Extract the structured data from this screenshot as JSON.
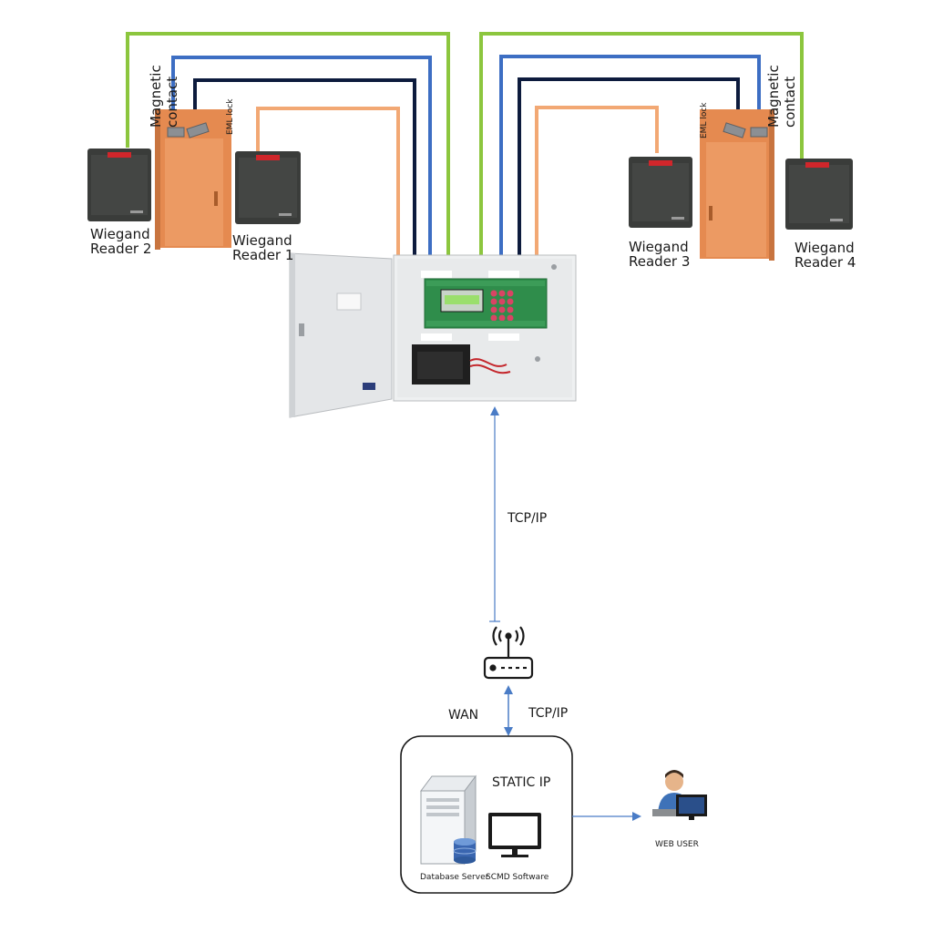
{
  "readers": {
    "r1": "Wiegand\nReader 1",
    "r2": "Wiegand\nReader 2",
    "r3": "Wiegand\nReader 3",
    "r4": "Wiegand\nReader 4"
  },
  "door_left": {
    "magnetic": "Magnetic\ncontact",
    "eml": "EML lock"
  },
  "door_right": {
    "magnetic": "Magnetic\ncontact",
    "eml": "EML lock"
  },
  "network": {
    "tcp_upper": "TCP/IP",
    "tcp_lower": "TCP/IP",
    "wan": "WAN",
    "static_ip": "STATIC IP",
    "db_server": "Database Server",
    "scmd": "SCMD Software",
    "web_user": "WEB USER"
  },
  "colors": {
    "green": "#8cc63e",
    "blue": "#3d6ec3",
    "navy": "#0d1b3d",
    "orange": "#f2a874",
    "door": "#e8935a",
    "reader": "#3a3c3a",
    "reader_red": "#d0262b",
    "link": "#4a7cc6"
  }
}
